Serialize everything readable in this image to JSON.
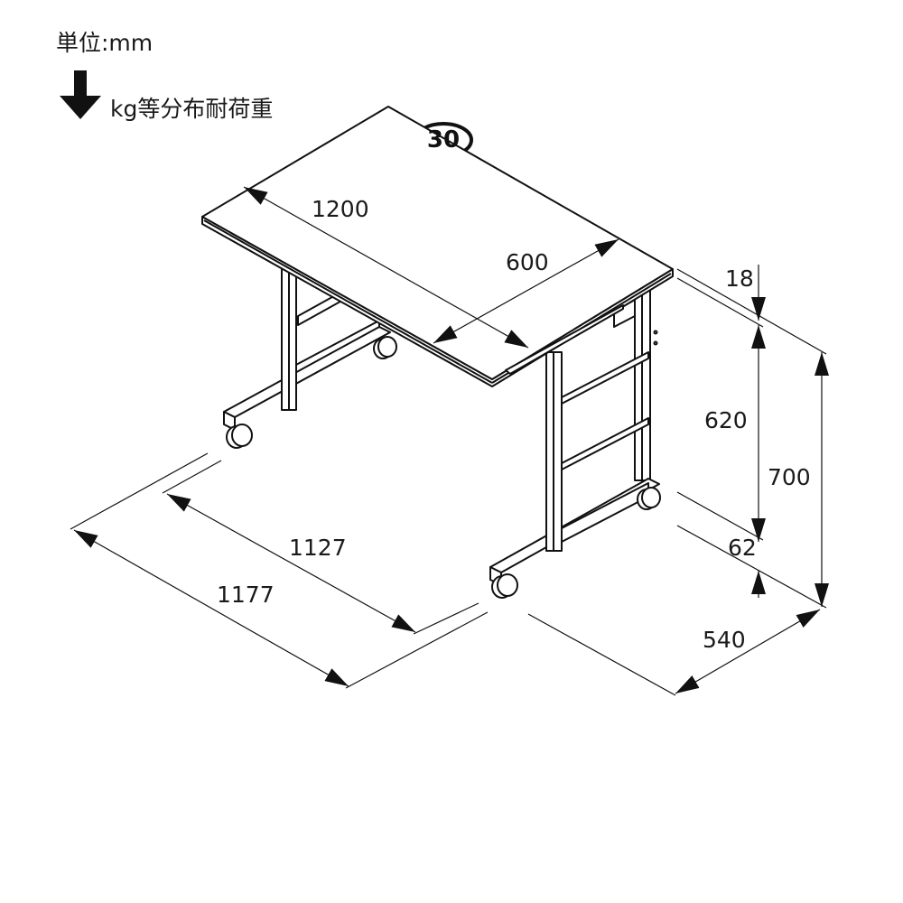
{
  "legend": {
    "unit_label": "単位:mm",
    "load_label": "kg等分布耐荷重",
    "load_icon": "down-arrow-icon"
  },
  "load": {
    "value": "30"
  },
  "dimensions": {
    "top_width": "1200",
    "top_depth": "600",
    "top_thickness": "18",
    "under_clearance": "620",
    "caster_height": "62",
    "total_height": "700",
    "base_depth": "540",
    "inner_width": "1127",
    "outer_width": "1177"
  },
  "colors": {
    "line": "#1a1a1a",
    "background": "#ffffff"
  }
}
